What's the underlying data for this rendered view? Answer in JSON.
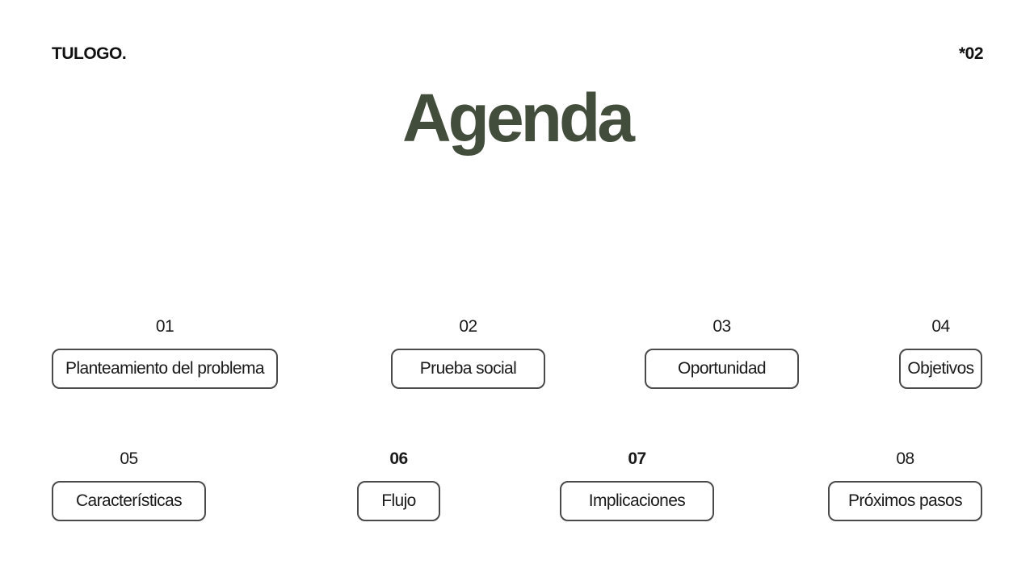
{
  "header": {
    "logo": "TULOGO.",
    "page_number": "*02"
  },
  "title": "Agenda",
  "colors": {
    "title": "#434d3c",
    "text": "#111111",
    "border": "#4a4a4a",
    "background": "#ffffff"
  },
  "agenda": [
    {
      "number": "01",
      "label": "Planteamiento del problema"
    },
    {
      "number": "02",
      "label": "Prueba social"
    },
    {
      "number": "03",
      "label": "Oportunidad"
    },
    {
      "number": "04",
      "label": "Objetivos"
    },
    {
      "number": "05",
      "label": "Características"
    },
    {
      "number": "06",
      "label": "Flujo"
    },
    {
      "number": "07",
      "label": "Implicaciones"
    },
    {
      "number": "08",
      "label": "Próximos pasos"
    }
  ]
}
